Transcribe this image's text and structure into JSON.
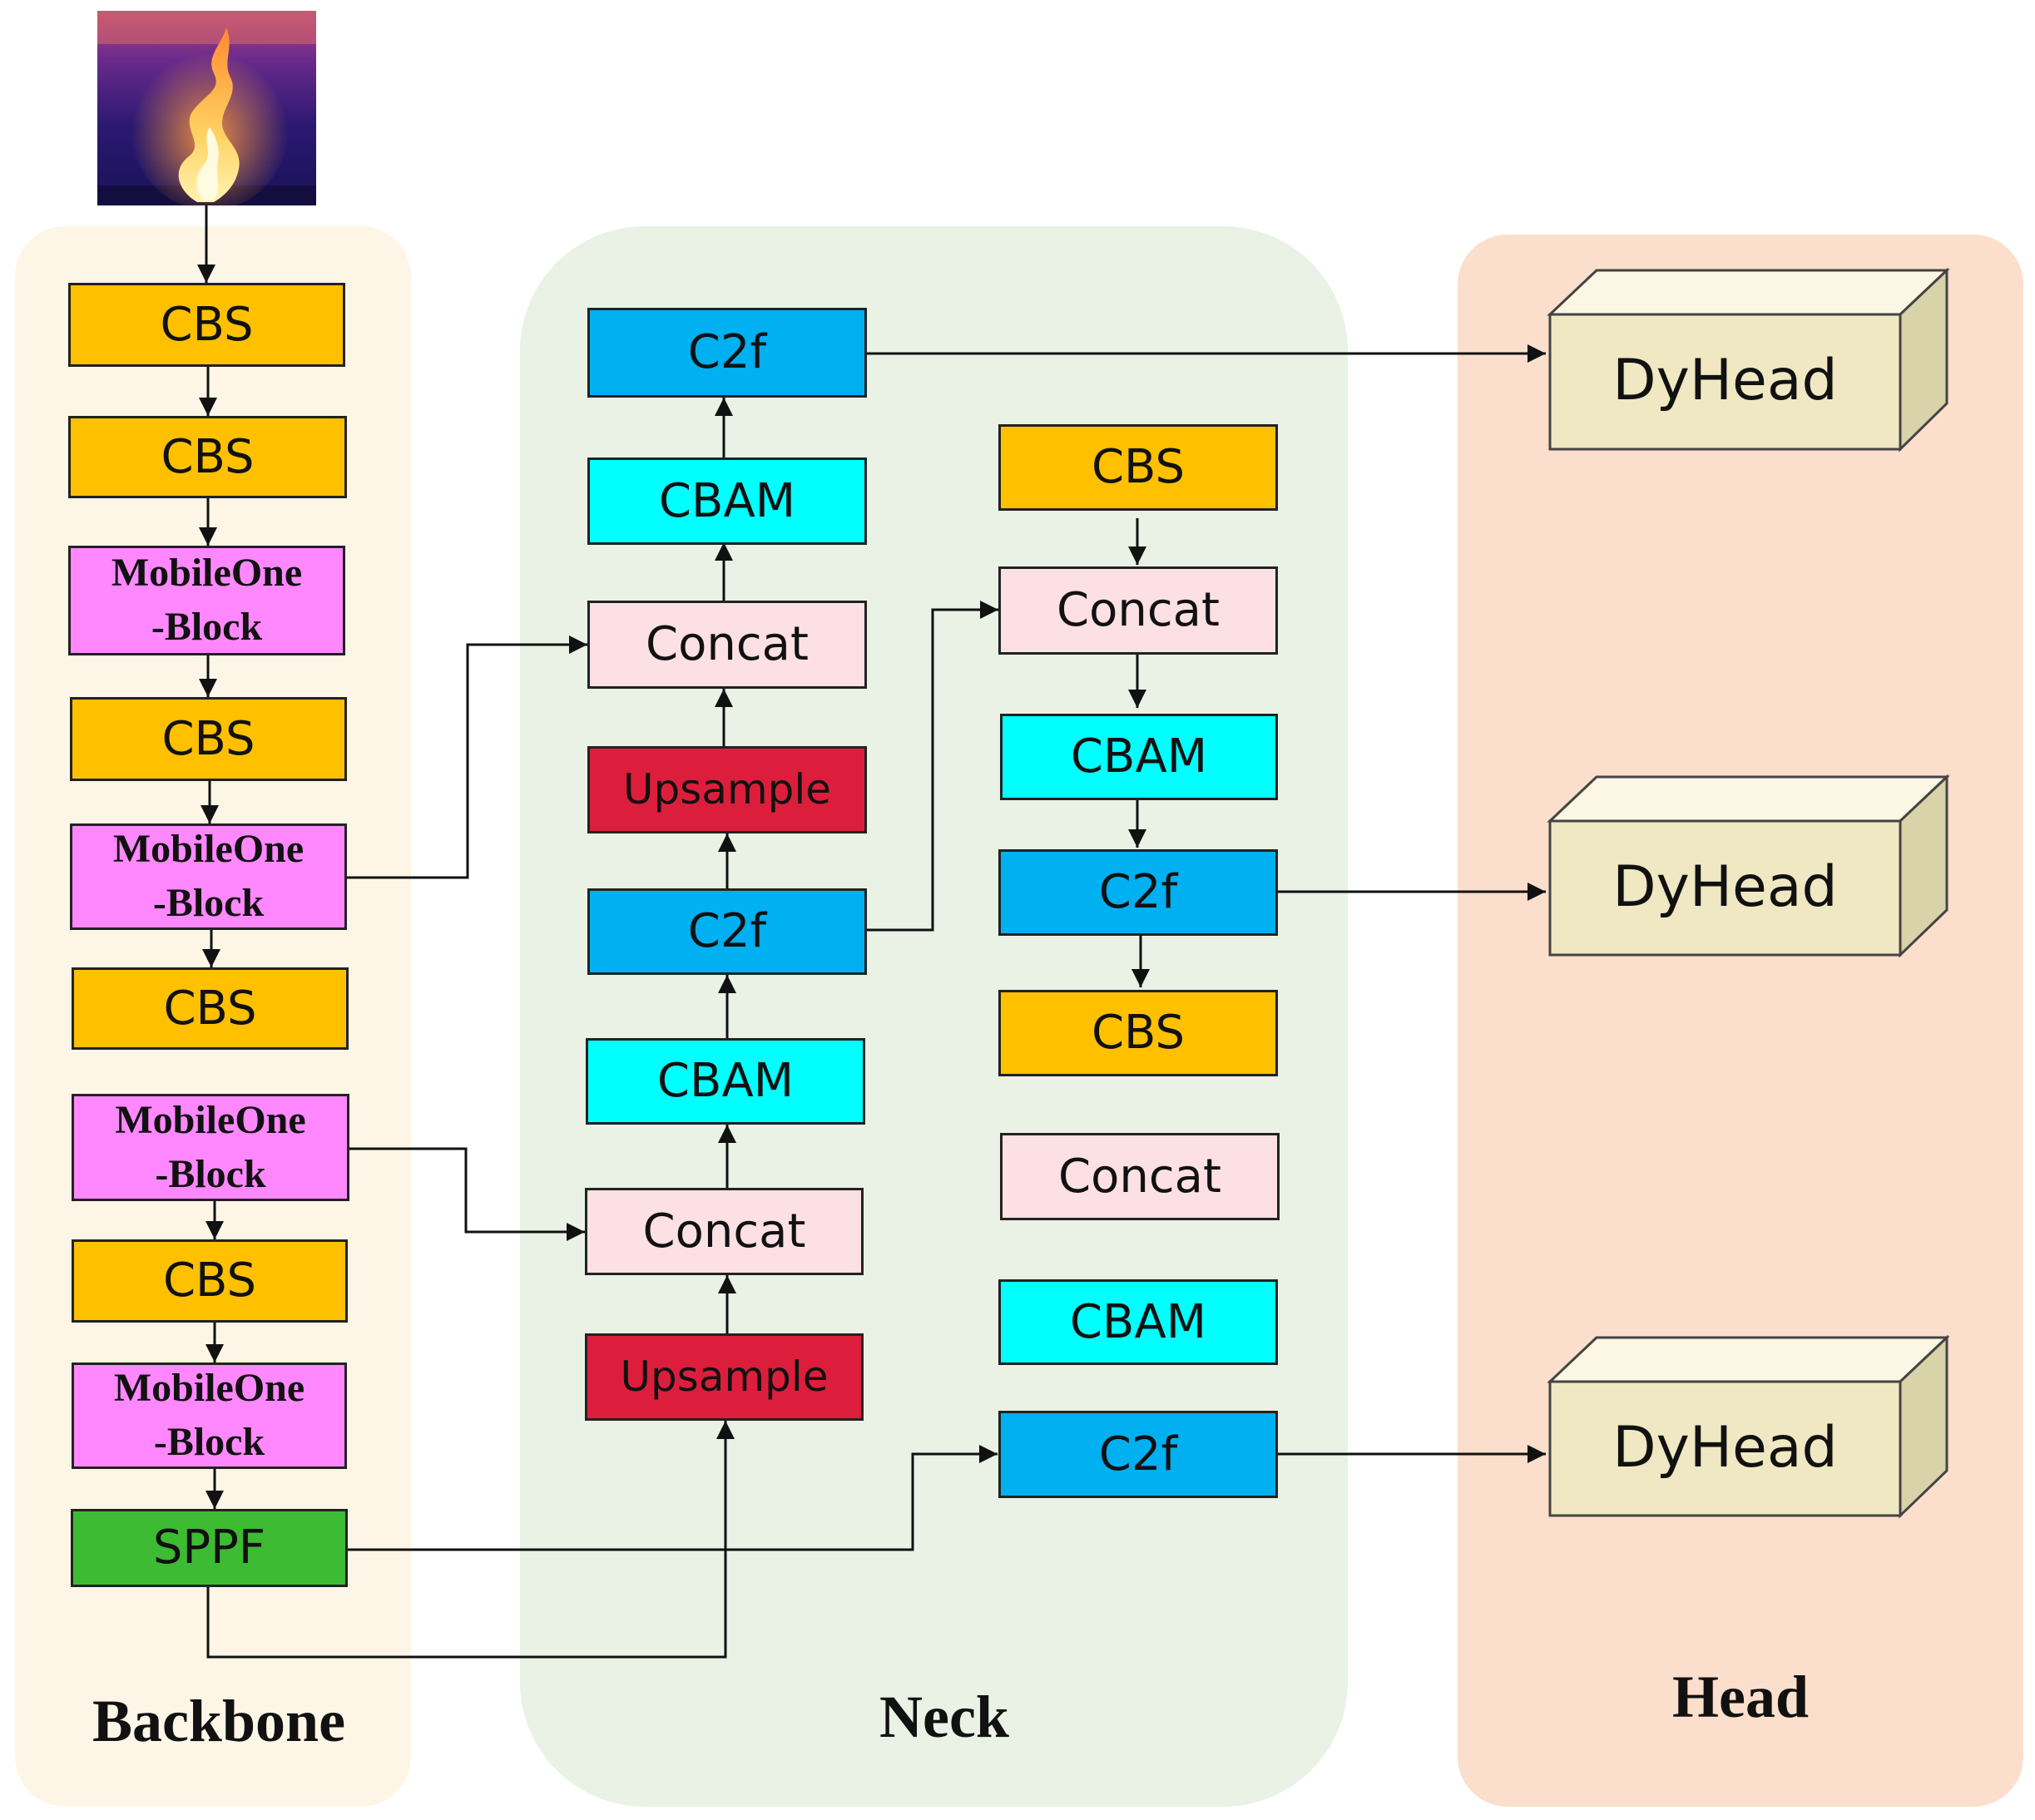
{
  "sections": {
    "backbone": "Backbone",
    "neck": "Neck",
    "head": "Head"
  },
  "backbone": {
    "blocks": [
      "CBS",
      "CBS",
      "MobileOne\n-Block",
      "CBS",
      "MobileOne\n-Block",
      "CBS",
      "MobileOne\n-Block",
      "CBS",
      "MobileOne\n-Block",
      "SPPF"
    ]
  },
  "neck": {
    "left_column": [
      "C2f",
      "CBAM",
      "Concat",
      "Upsample",
      "C2f",
      "CBAM",
      "Concat",
      "Upsample"
    ],
    "right_column": [
      "CBS",
      "Concat",
      "CBAM",
      "C2f",
      "CBS",
      "Concat",
      "CBAM",
      "C2f"
    ]
  },
  "head": {
    "blocks": [
      "DyHead",
      "DyHead",
      "DyHead"
    ]
  },
  "colors": {
    "CBS": "#ffc000",
    "MobileOne-Block": "#ff88ff",
    "SPPF": "#3dbb33",
    "C2f": "#00b0f0",
    "CBAM": "#00ffff",
    "Concat": "#fde0e4",
    "Upsample": "#dc1e3c",
    "DyHead": "#efe8c2",
    "backbone_panel": "#fdf6e6",
    "neck_panel": "#e9f2e5",
    "head_panel": "#fbdfcc"
  },
  "icons": {
    "input": "thermal-flame-image-icon"
  }
}
